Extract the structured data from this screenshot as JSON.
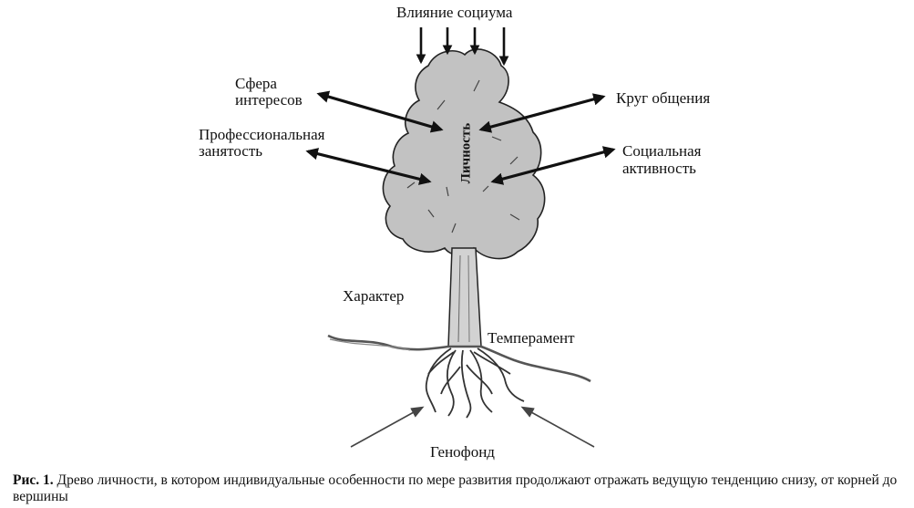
{
  "labels": {
    "social_influence": "Влияние социума",
    "sphere_of_interests_line1": "Сфера",
    "sphere_of_interests_line2": "интересов",
    "circle_of_communication": "Круг общения",
    "professional_line1": "Профессиональная",
    "professional_line2": "занятость",
    "social_activity_line1": "Социальная",
    "social_activity_line2": "активность",
    "personality": "Личность",
    "character": "Характер",
    "temperament": "Темперамент",
    "gene_pool": "Генофонд"
  },
  "caption": {
    "number": "Рис. 1.",
    "text": " Древо личности, в котором индивидуальные особенности по мере развития продолжают отражать ведущую тенденцию снизу, от корней до вершины"
  },
  "colors": {
    "crown_fill": "#c2c2c2",
    "outline": "#222222",
    "trunk_fill": "#d2d2d2",
    "ground": "#555555",
    "text": "#111111"
  }
}
